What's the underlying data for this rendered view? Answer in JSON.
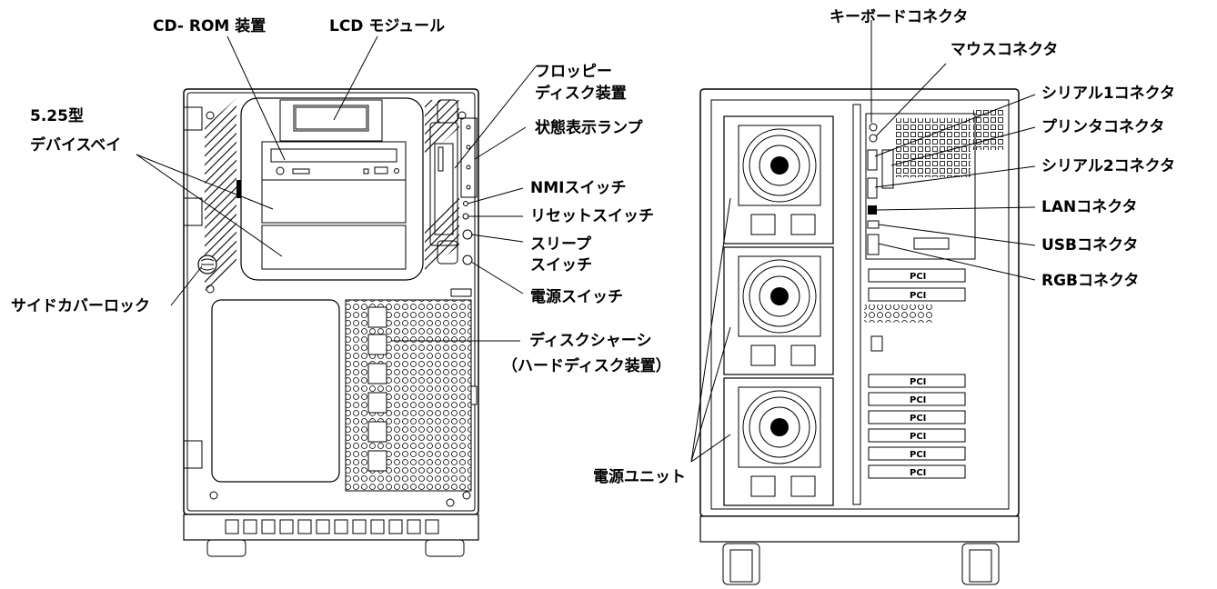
{
  "front_labels": {
    "cdrom": "CD- ROM 装置",
    "lcd": "LCD モジュール",
    "floppy_line1": "フロッピー",
    "floppy_line2": "ディスク装置",
    "status_lamp": "状態表示ランプ",
    "bay_line1": "5.25型",
    "bay_line2": "デバイスベイ",
    "nmi": "NMIスイッチ",
    "reset": "リセットスイッチ",
    "sleep_line1": "スリープ",
    "sleep_line2": "スイッチ",
    "power_switch": "電源スイッチ",
    "side_lock": "サイドカバーロック",
    "disk_chassis": "ディスクシャーシ",
    "hdd": "（ハードディスク装置）"
  },
  "rear_labels": {
    "keyboard": "キーボードコネクタ",
    "mouse": "マウスコネクタ",
    "serial1": "シリアル1コネクタ",
    "printer": "プリンタコネクタ",
    "serial2": "シリアル2コネクタ",
    "lan": "LANコネクタ",
    "usb": "USBコネクタ",
    "rgb": "RGBコネクタ",
    "power_unit": "電源ユニット",
    "pci": "PCI"
  }
}
